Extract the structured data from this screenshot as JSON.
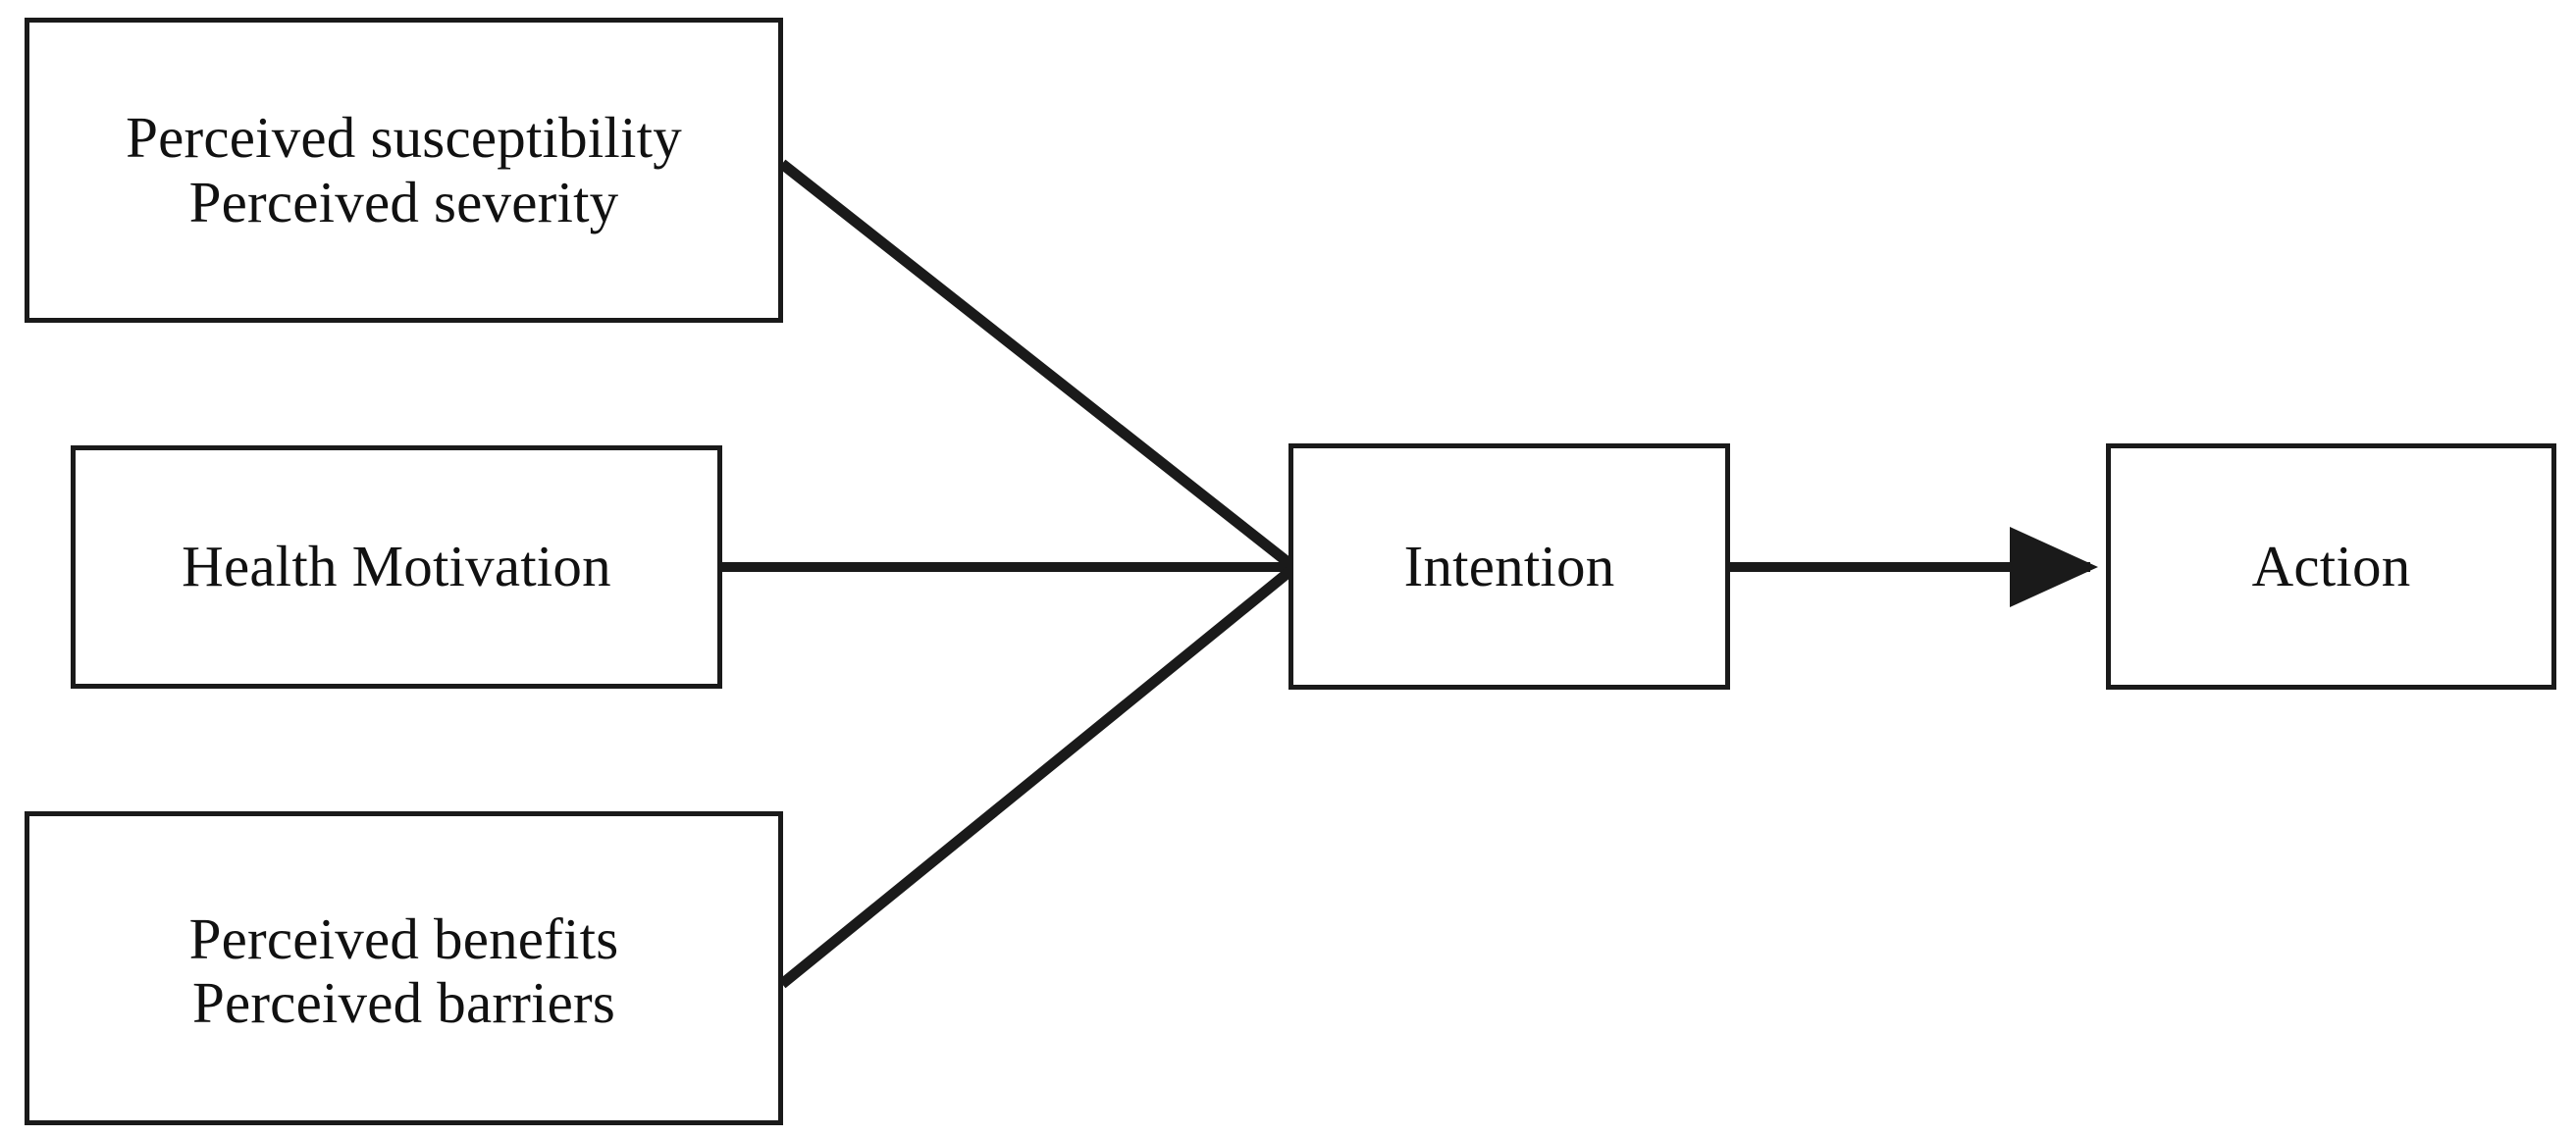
{
  "diagram": {
    "title": "Health Belief Model pathway diagram",
    "background_color": "#ffffff",
    "line_color": "#1a1a1a",
    "text_color": "#111111",
    "nodes": {
      "susceptibility_severity": {
        "line1": "Perceived susceptibility",
        "line2": "Perceived severity"
      },
      "health_motivation": {
        "line1": "Health Motivation"
      },
      "benefits_barriers": {
        "line1": "Perceived benefits",
        "line2": "Perceived barriers"
      },
      "intention": {
        "line1": "Intention"
      },
      "action": {
        "line1": "Action"
      }
    },
    "connectors": [
      {
        "name": "susceptibility-to-intention",
        "from": "susceptibility_severity",
        "to": "intention",
        "style": "plain-line",
        "arrowhead": false
      },
      {
        "name": "motivation-to-intention",
        "from": "health_motivation",
        "to": "intention",
        "style": "plain-line",
        "arrowhead": false
      },
      {
        "name": "benefits-to-intention",
        "from": "benefits_barriers",
        "to": "intention",
        "style": "plain-line",
        "arrowhead": false
      },
      {
        "name": "intention-to-action",
        "from": "intention",
        "to": "action",
        "style": "arrow",
        "arrowhead": true
      }
    ]
  }
}
